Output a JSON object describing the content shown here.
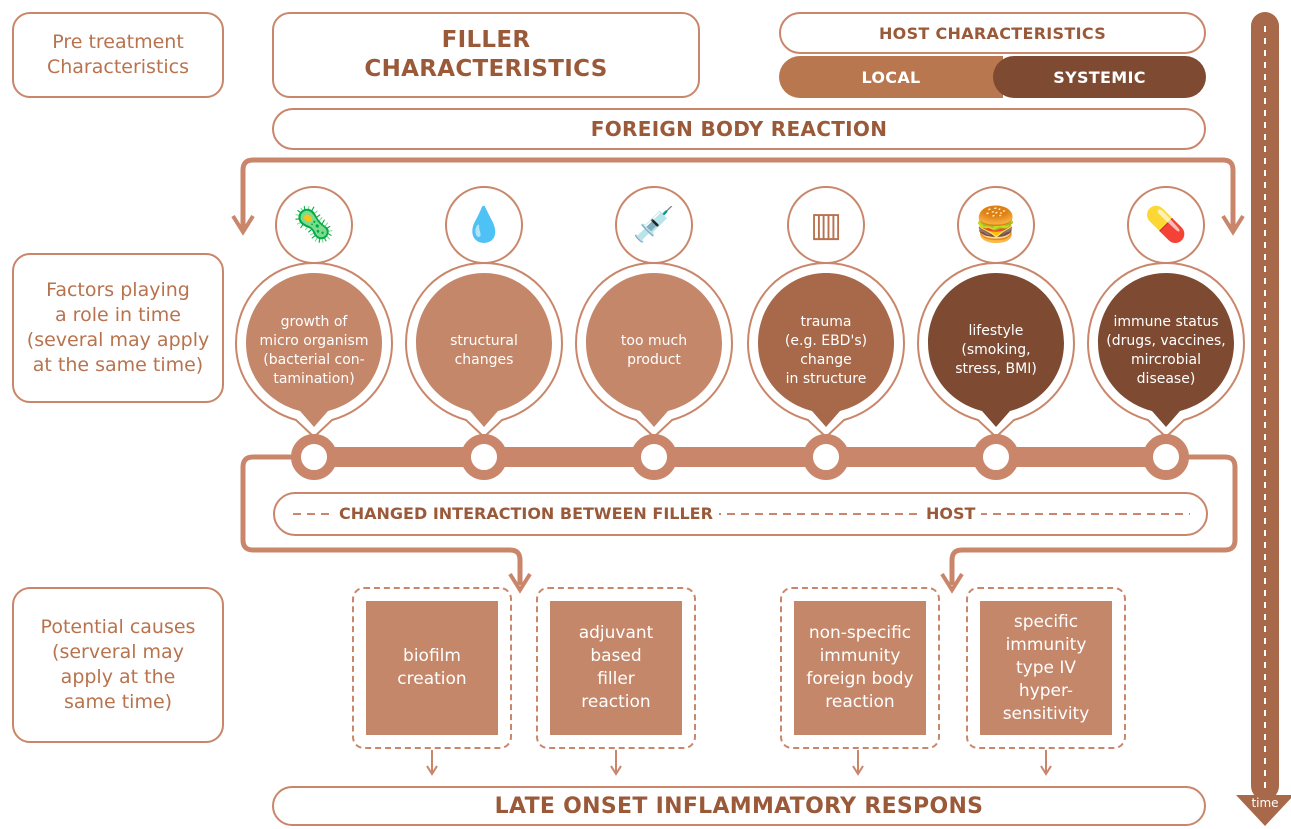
{
  "side_labels": {
    "pre_treatment": "Pre treatment\nCharacteristics",
    "factors": "Factors playing\na role in time\n(several may apply\nat the same time)",
    "causes": "Potential causes\n(serveral may\napply at the\nsame time)"
  },
  "filler_characteristics": "FILLER\nCHARACTERISTICS",
  "host": {
    "title": "HOST CHARACTERISTICS",
    "local": "LOCAL",
    "systemic": "SYSTEMIC"
  },
  "foreign_body_reaction": "FOREIGN BODY REACTION",
  "factors": [
    {
      "icon": "bacteria-icon",
      "text": "growth of\nmicro organism\n(bacterial con-\ntamination)",
      "color": "#c5876a"
    },
    {
      "icon": "gel-drop-icon",
      "text": "structural\nchanges",
      "color": "#c5876a"
    },
    {
      "icon": "syringe-icon",
      "text": "too much\nproduct",
      "color": "#c5876a"
    },
    {
      "icon": "skin-layers-icon",
      "text": "trauma\n(e.g. EBD's)\nchange\nin structure",
      "color": "#a8694a"
    },
    {
      "icon": "burger-icon",
      "text": "lifestyle\n(smoking,\nstress, BMI)",
      "color": "#7e4b32"
    },
    {
      "icon": "pills-icon",
      "text": "immune status\n(drugs, vaccines,\nmircrobial\ndisease)",
      "color": "#7e4b32"
    }
  ],
  "interaction": {
    "left": "CHANGED INTERACTION BETWEEN FILLER",
    "right": "HOST"
  },
  "causes": [
    {
      "text": "biofilm\ncreation"
    },
    {
      "text": "adjuvant\nbased\nfiller\nreaction"
    },
    {
      "text": "non-specific\nimmunity\nforeign body\nreaction"
    },
    {
      "text": "specific\nimmunity\ntype IV\nhyper-\nsensitivity"
    }
  ],
  "late_onset": "LATE ONSET INFLAMMATORY RESPONS",
  "time_label": "time",
  "colors": {
    "light": "#c5876a",
    "medium": "#a8694a",
    "dark": "#7e4b32",
    "local": "#b9774f",
    "systemic": "#7e4b32",
    "line": "#c9866a"
  }
}
